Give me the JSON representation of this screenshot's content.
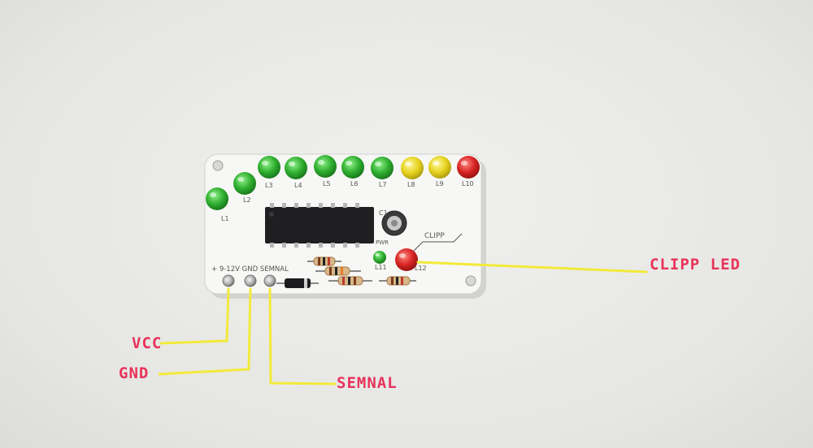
{
  "board": {
    "led_labels": [
      "L1",
      "L2",
      "L3",
      "L4",
      "L5",
      "L6",
      "L7",
      "L8",
      "L9",
      "L10"
    ],
    "pin_label": "+ 9-12V GND SEMNAL",
    "cap_label": "C1",
    "pwr_label": "PWR",
    "pwr_led_label": "L11",
    "clip_led_label": "L12",
    "clipp_silk": "CLIPP"
  },
  "annotations": {
    "clipp_led": "CLIPP LED",
    "vcc": "VCC",
    "gnd": "GND",
    "semnal": "SEMNAL"
  },
  "colors": {
    "green_led": "#2fae2f",
    "yellow_led": "#e6d21e",
    "red_led": "#d82424",
    "callout_text": "#e8335a",
    "callout_line": "#f2ea3a",
    "pcb": "#f7f7f5"
  }
}
